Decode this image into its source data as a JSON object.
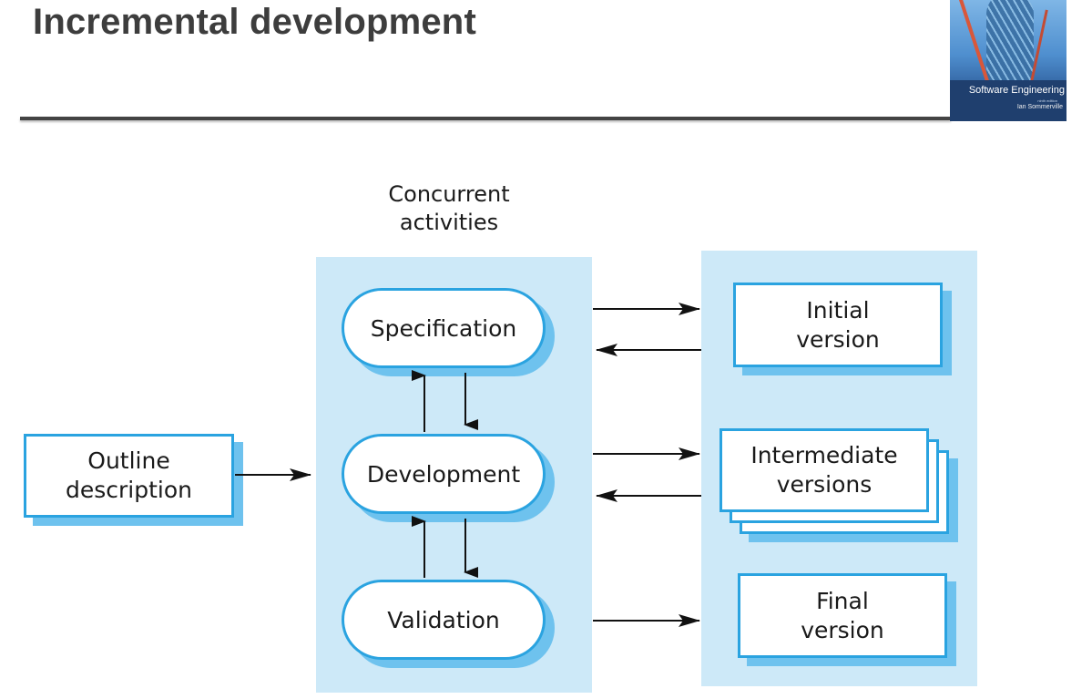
{
  "slide": {
    "title": "Incremental development"
  },
  "book": {
    "title": "Software Engineering",
    "edition": "ninth edition",
    "author": "Ian Sommerville"
  },
  "diagram": {
    "group_label": "Concurrent\nactivities",
    "input": {
      "label": "Outline\ndescription"
    },
    "activities": [
      {
        "label": "Specification"
      },
      {
        "label": "Development"
      },
      {
        "label": "Validation"
      }
    ],
    "outputs": [
      {
        "label": "Initial\nversion"
      },
      {
        "label": "Intermediate\nversions"
      },
      {
        "label": "Final\nversion"
      }
    ]
  },
  "colors": {
    "panel_fill": "#cde9f8",
    "node_border": "#2aa3e0",
    "node_shadow": "#6ec2ee",
    "title_text": "#3d3d3d"
  }
}
